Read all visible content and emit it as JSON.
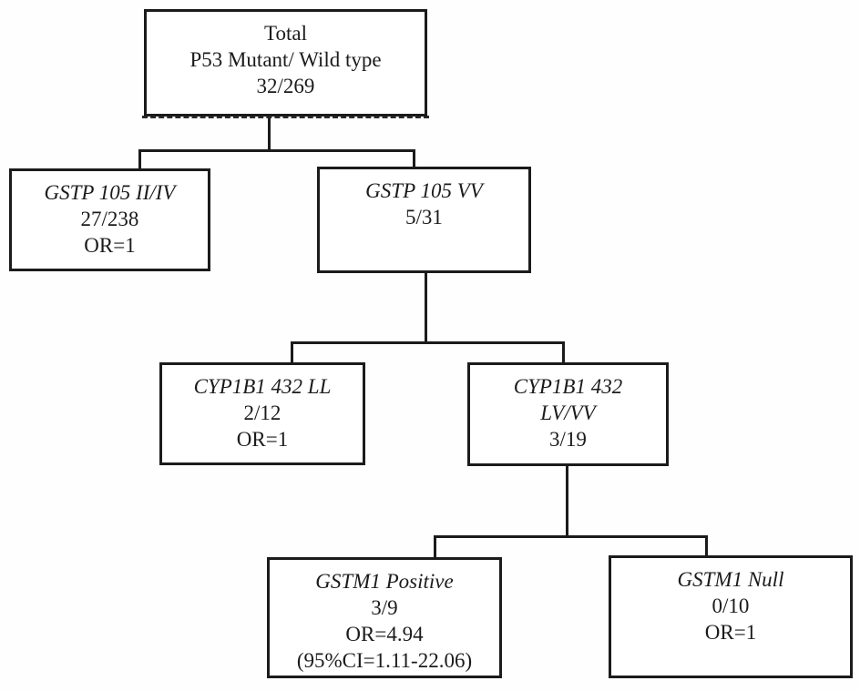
{
  "diagram": {
    "type": "flowchart-tree",
    "background_color": "#ffffff",
    "line_color": "#1b1b1b",
    "nodes": {
      "total": {
        "lines": [
          "Total",
          "P53 Mutant/ Wild type",
          "32/269"
        ]
      },
      "gstp_105_ii_iv": {
        "lines": [
          "GSTP 105 II/IV",
          "27/238",
          "OR=1"
        ]
      },
      "gstp_105_vv": {
        "lines": [
          "GSTP 105 VV",
          "5/31"
        ]
      },
      "cyp1b1_432_ll": {
        "lines": [
          "CYP1B1 432 LL",
          "2/12",
          "OR=1"
        ]
      },
      "cyp1b1_432_lv_vv": {
        "lines": [
          "CYP1B1 432",
          "LV/VV",
          "3/19"
        ]
      },
      "gstm1_positive": {
        "lines": [
          "GSTM1 Positive",
          "3/9",
          "OR=4.94",
          "(95%CI=1.11-22.06)"
        ]
      },
      "gstm1_null": {
        "lines": [
          "GSTM1 Null",
          "0/10",
          "OR=1"
        ]
      }
    },
    "edges": [
      {
        "from": "total",
        "to": "gstp_105_ii_iv"
      },
      {
        "from": "total",
        "to": "gstp_105_vv"
      },
      {
        "from": "gstp_105_vv",
        "to": "cyp1b1_432_ll"
      },
      {
        "from": "gstp_105_vv",
        "to": "cyp1b1_432_lv_vv"
      },
      {
        "from": "cyp1b1_432_lv_vv",
        "to": "gstm1_positive"
      },
      {
        "from": "cyp1b1_432_lv_vv",
        "to": "gstm1_null"
      }
    ]
  }
}
